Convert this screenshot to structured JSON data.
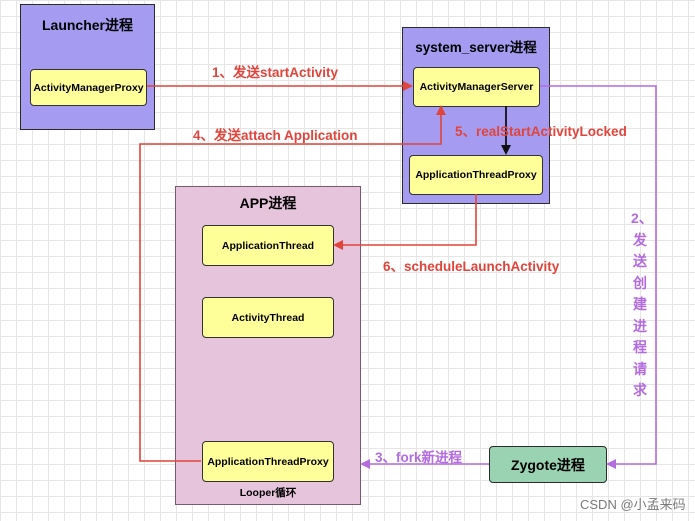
{
  "processes": {
    "launcher": {
      "title": "Launcher进程"
    },
    "system_server": {
      "title": "system_server进程"
    },
    "app": {
      "title": "APP进程",
      "footer": "Looper循环"
    },
    "zygote": {
      "title": "Zygote进程"
    }
  },
  "classes": {
    "activity_manager_proxy": "ActivityManagerProxy",
    "activity_manager_server": "ActivityManagerServer",
    "application_thread_proxy_server": "ApplicationThreadProxy",
    "application_thread": "ApplicationThread",
    "activity_thread": "ActivityThread",
    "application_thread_proxy_app": "ApplicationThreadProxy"
  },
  "arrows": {
    "step1": "1、发送startActivity",
    "step2": "2、发送创建进程请求",
    "step3": "3、fork新进程",
    "step4": "4、发送attach Application",
    "step5": "5、realStartActivityLocked",
    "step6": "6、scheduleLaunchActivity"
  },
  "colors": {
    "red_arrow": "#e0443a",
    "purple_arrow": "#b36be0",
    "launcher_bg": "#a59cf2",
    "app_bg": "#e6c4dc",
    "zygote_bg": "#9ad3b1",
    "class_bg": "#ffff99"
  },
  "watermark": "CSDN @小孟来码"
}
